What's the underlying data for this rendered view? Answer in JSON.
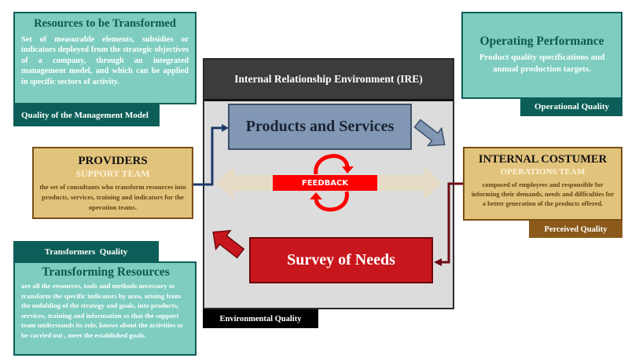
{
  "resources_to_transform": {
    "title": "Resources to be Transformed",
    "text": "Set of measurable elements, subsidies or indicators deployed from the strategic objectives of a company, through an integrated management model, and which can be applied in specific sectors of activity.",
    "tag": "Quality of the Management Model"
  },
  "operating_performance": {
    "title": "Operating Performance",
    "text": "Product quality specifications and annual production targets.",
    "tag": "Operational Quality"
  },
  "ire": {
    "title": "Internal Relationship Environment (IRE)",
    "products_services": "Products and Services",
    "feedback": "FEEDBACK",
    "survey_of_needs": "Survey of Needs",
    "tag": "Environmental Quality"
  },
  "providers": {
    "title": "PROVIDERS",
    "subtitle": "SUPPORT TEAM",
    "text": "the set of consultants who transform resources into products, services, training and indicators for the operation teams."
  },
  "internal_customer": {
    "title": "INTERNAL COSTUMER",
    "subtitle": "OPERATIONS TEAM",
    "text": "composed of employees and responsible for informing their demands, needs and difficulties for a better generation of the products offered.",
    "tag": "Perceived Quality"
  },
  "transforming_resources": {
    "tag": "Transformers  Quality",
    "title": "Transforming Resources",
    "text": "are all the resources, tools and methods necessary to transform the specific indicators by area, arising from the unfolding of the strategy and goals, into products, services, training and information so that the support team understands its role, knows about the activities to be carried out , meet the established goals."
  },
  "colors": {
    "teal_fill": "#7ecdc0",
    "teal_dark": "#0c5f58",
    "gold_fill": "#e2c37c",
    "gold_border": "#7a4e16",
    "brown_tag": "#8b5a1a",
    "ire_header": "#3c3c3c",
    "ire_body": "#dcdcdc",
    "products_fill": "#8197b3",
    "survey_fill": "#c8161d",
    "feedback_red": "#ff0000"
  }
}
